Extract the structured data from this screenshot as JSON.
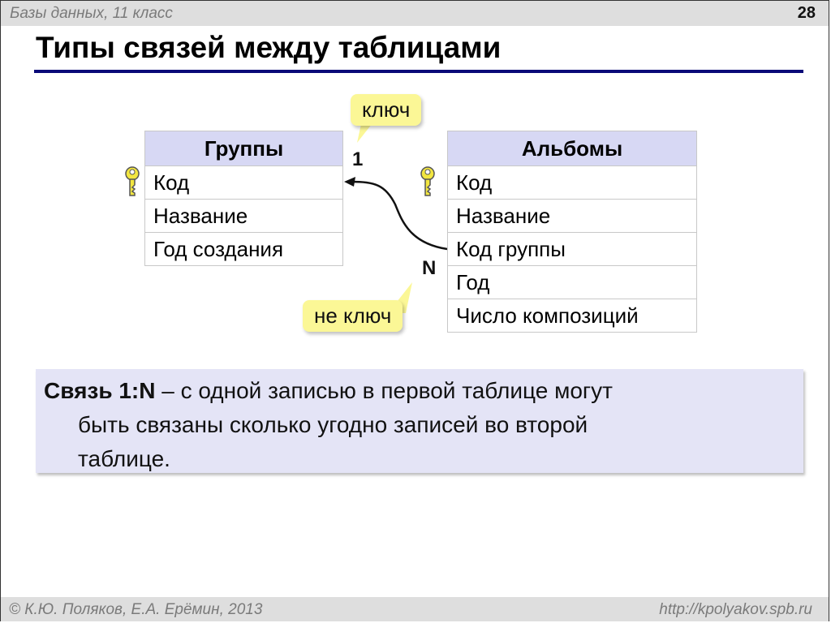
{
  "header": {
    "course": "Базы данных, 11 класс",
    "page_number": "28"
  },
  "title": "Типы связей между таблицами",
  "tables": [
    {
      "name": "Группы",
      "rows": [
        {
          "label": "Код",
          "is_key": true
        },
        {
          "label": "Название",
          "is_key": false
        },
        {
          "label": "Год создания",
          "is_key": false
        }
      ]
    },
    {
      "name": "Альбомы",
      "rows": [
        {
          "label": "Код",
          "is_key": true
        },
        {
          "label": "Название",
          "is_key": false
        },
        {
          "label": "Код группы",
          "is_key": false
        },
        {
          "label": "Год",
          "is_key": false
        },
        {
          "label": "Число композиций",
          "is_key": false
        }
      ]
    }
  ],
  "relation": {
    "one_label": "1",
    "many_label": "N"
  },
  "callouts": {
    "key": "ключ",
    "non_key": "не ключ"
  },
  "note": {
    "label": "Связь 1:N",
    "line1": " – с одной записью в первой таблице могут",
    "line2": "быть связаны сколько угодно записей во второй",
    "line3": "таблице."
  },
  "footer": {
    "copyright": "© К.Ю. Поляков, Е.А. Ерёмин, 2013",
    "url": "http://kpolyakov.spb.ru"
  },
  "colors": {
    "title_rule": "#0a0a78",
    "table_header": "#d7d8f4",
    "callout": "#fbf796",
    "note_bg": "#e4e4f6",
    "bar": "#dedede"
  }
}
